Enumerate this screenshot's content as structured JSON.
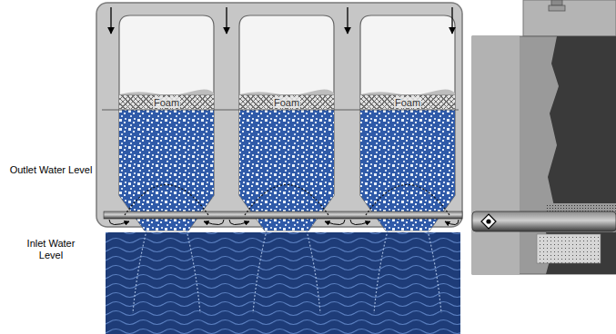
{
  "diagram": {
    "nodes": [
      {
        "text": [
          "Foam"
        ]
      },
      {
        "text": [
          "Foam"
        ]
      },
      {
        "text": [
          "Foam"
        ]
      }
    ],
    "labels": [
      "Outlet Water Level",
      "Inlet Water Level"
    ]
  }
}
